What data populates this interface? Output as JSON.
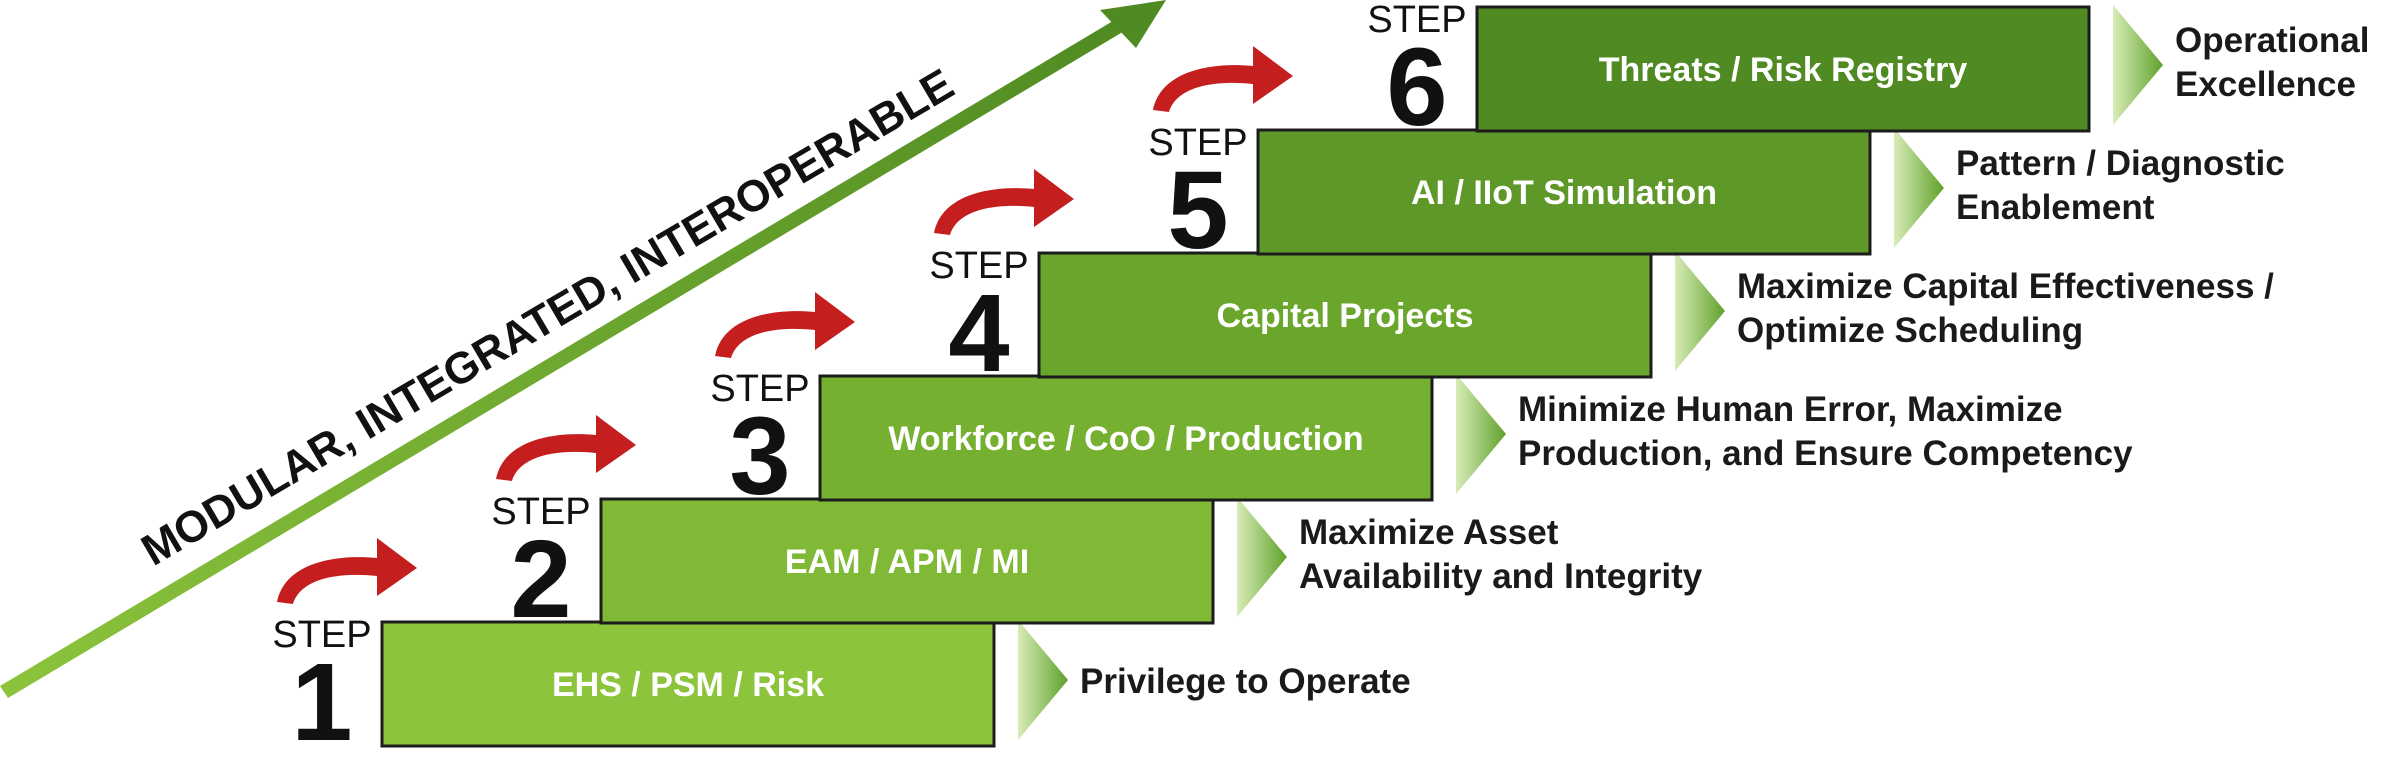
{
  "diagonal_label": "MODULAR, INTEGRATED, INTEROPERABLE",
  "colors": {
    "step_fills": [
      "#8cc43c",
      "#7fb936",
      "#75b030",
      "#6aa52c",
      "#5e9828",
      "#4f8a22"
    ],
    "curve_arrow": "#c41e1e",
    "diagonal_arrow_start": "#8cc43c",
    "diagonal_arrow_end": "#4f8a22",
    "text_dark": "#111111"
  },
  "steps": [
    {
      "word": "STEP",
      "number": "1",
      "module": "EHS / PSM / Risk",
      "outcome": [
        "Privilege to Operate"
      ]
    },
    {
      "word": "STEP",
      "number": "2",
      "module": "EAM / APM / MI",
      "outcome": [
        "Maximize Asset",
        "Availability and Integrity"
      ]
    },
    {
      "word": "STEP",
      "number": "3",
      "module": "Workforce / CoO / Production",
      "outcome": [
        "Minimize Human Error, Maximize",
        "Production, and Ensure Competency"
      ]
    },
    {
      "word": "STEP",
      "number": "4",
      "module": "Capital Projects",
      "outcome": [
        "Maximize Capital Effectiveness /",
        "Optimize Scheduling"
      ]
    },
    {
      "word": "STEP",
      "number": "5",
      "module": "AI / IIoT Simulation",
      "outcome": [
        "Pattern / Diagnostic",
        "Enablement"
      ]
    },
    {
      "word": "STEP",
      "number": "6",
      "module": "Threats / Risk Registry",
      "outcome": [
        "Operational",
        "Excellence"
      ]
    }
  ]
}
